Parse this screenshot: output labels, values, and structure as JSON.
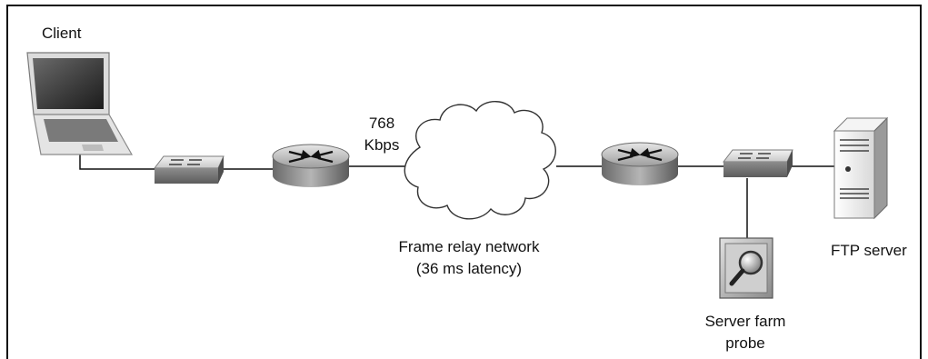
{
  "labels": {
    "client": "Client",
    "link_speed_value": "768",
    "link_speed_unit": "Kbps",
    "cloud_line1": "Frame relay network",
    "cloud_line2": "(36 ms latency)",
    "ftp_server": "FTP server",
    "probe_line1": "Server farm",
    "probe_line2": "probe"
  },
  "icons": {
    "client": "laptop-icon",
    "client_switch": "switch-icon",
    "client_router": "router-icon",
    "cloud": "cloud-icon",
    "server_router": "router-icon",
    "server_switch": "switch-icon",
    "probe": "magnifier-probe-icon",
    "server": "tower-server-icon"
  },
  "colors": {
    "line": "#111111",
    "device_gray": "#9a9a9a",
    "device_dark": "#6e6e6e"
  }
}
